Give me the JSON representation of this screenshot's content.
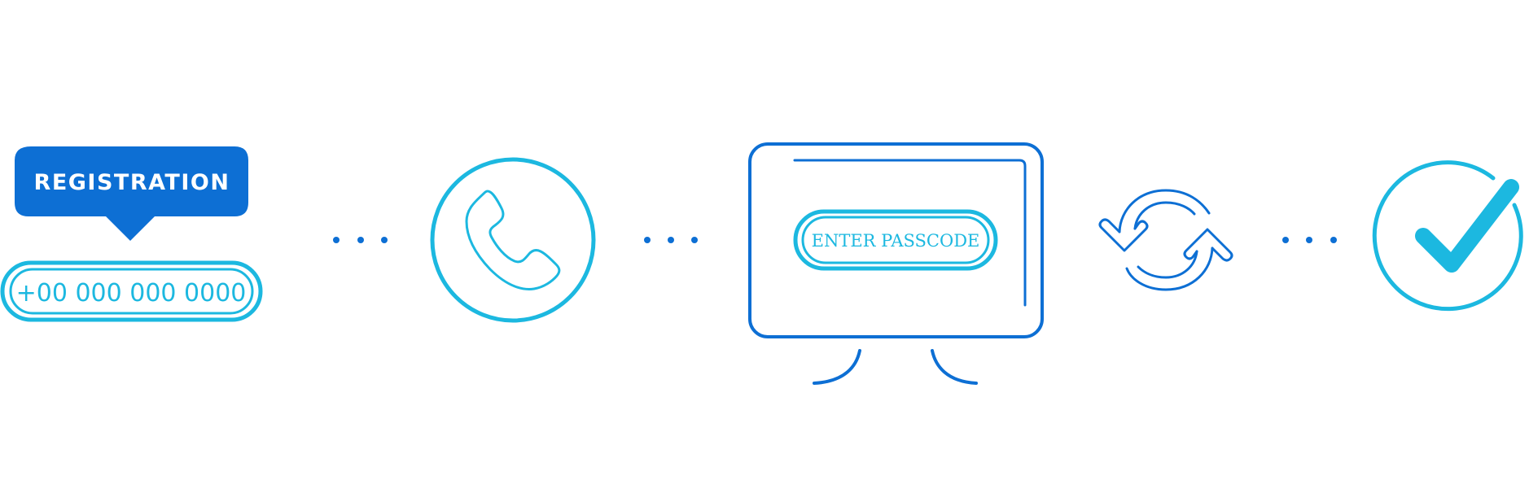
{
  "colors": {
    "primary_blue": "#0d6fd4",
    "cyan": "#1cb8e0",
    "white": "#ffffff",
    "background": "#ffffff"
  },
  "registration": {
    "badge_label": "REGISTRATION",
    "phone_value": "+00 000 000 0000"
  },
  "call_step": {
    "icon": "phone-icon"
  },
  "monitor_step": {
    "icon": "monitor-icon",
    "button_label": "ENTER PASSCODE"
  },
  "sync_step": {
    "icon": "sync-arrows-icon"
  },
  "done_step": {
    "icon": "checkmark-circle-icon"
  },
  "connectors": [
    {
      "name": "connector-dots-1",
      "glyph": "ellipsis"
    },
    {
      "name": "connector-dots-2",
      "glyph": "ellipsis"
    },
    {
      "name": "connector-dots-3",
      "glyph": "ellipsis"
    }
  ]
}
